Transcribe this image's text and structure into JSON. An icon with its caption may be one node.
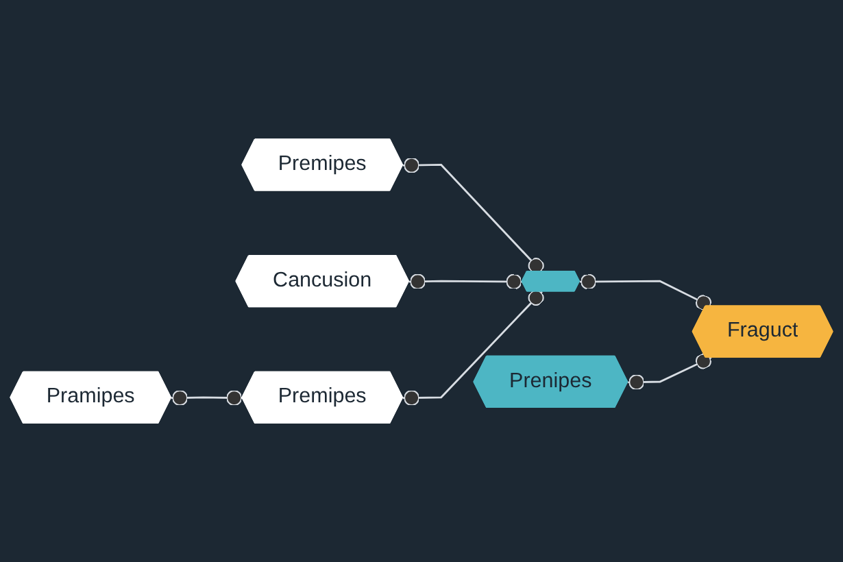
{
  "diagram": {
    "nodes": [
      {
        "text": [
          "Premipes"
        ]
      },
      {
        "text": [
          "Cancusion"
        ]
      },
      {
        "text": [],
        "shape": "hexagon"
      },
      {
        "text": [
          "Prenipes"
        ]
      },
      {
        "text": [
          "Pramipes"
        ]
      },
      {
        "text": [
          "Fraguct"
        ]
      },
      {
        "text": [
          "Premipes"
        ]
      }
    ],
    "edges": [
      {
        "from": 0,
        "to": 2,
        "arrow": "other"
      },
      {
        "from": 1,
        "to": 2,
        "arrow": "other"
      },
      {
        "from": 4,
        "to": 6,
        "arrow": "other"
      },
      {
        "from": 6,
        "to": 2,
        "arrow": "other"
      },
      {
        "from": 2,
        "to": 5,
        "arrow": "other"
      },
      {
        "from": 3,
        "to": 5,
        "arrow": "other"
      }
    ]
  }
}
